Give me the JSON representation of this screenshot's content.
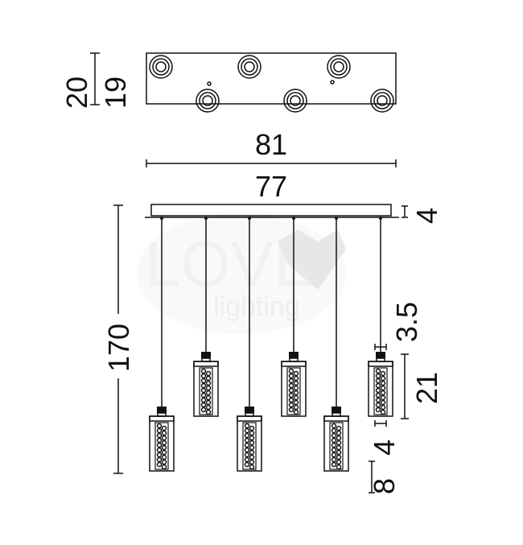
{
  "diagram": {
    "title": "Pendant light dimension drawing",
    "watermark": {
      "line1": "LOVE",
      "line2": "lighting"
    },
    "dimensions": {
      "canopy_height_outer": "20",
      "canopy_height_inner": "19",
      "canopy_length": "81",
      "bar_length": "77",
      "bar_height": "4",
      "cap_gap": "3.5",
      "total_height": "170",
      "shade_height": "21",
      "shade_gap": "4",
      "shade_diameter": "8"
    },
    "pendant_count": 6
  }
}
